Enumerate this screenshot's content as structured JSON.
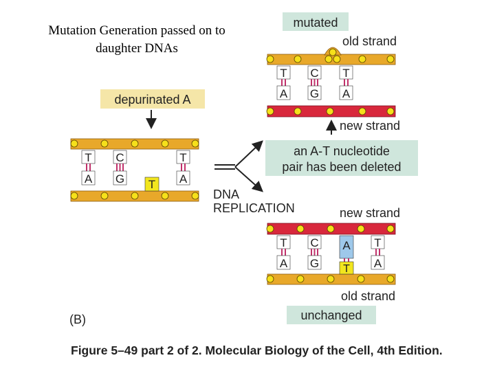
{
  "slide_title": {
    "line1": "Mutation Generation passed on to",
    "line2": "daughter DNAs"
  },
  "labels": {
    "mutated": "mutated",
    "old_strand_top": "old strand",
    "depurinated": "depurinated A",
    "new_strand_top": "new strand",
    "deletion_line1": "an A-T nucleotide",
    "deletion_line2": "pair has been deleted",
    "replication_line1": "DNA",
    "replication_line2": "REPLICATION",
    "new_strand_bottom": "new strand",
    "old_strand_bottom": "old strand",
    "unchanged": "unchanged",
    "panel": "(B)"
  },
  "bases": {
    "original_top": [
      "T",
      "C",
      "T"
    ],
    "original_bottom": [
      "A",
      "G",
      "T",
      "A"
    ],
    "mutated_top": [
      "T",
      "C",
      "T"
    ],
    "mutated_bottom": [
      "A",
      "G",
      "A"
    ],
    "unchanged_top": [
      "T",
      "C",
      "A",
      "T"
    ],
    "unchanged_bottom": [
      "A",
      "G",
      "T",
      "A"
    ]
  },
  "caption": "Figure 5–49 part 2 of 2. Molecular Biology of the Cell, 4th Edition.",
  "colors": {
    "backbone_old": "#e8a82a",
    "backbone_new": "#d8283c",
    "phosphate": "#f6e01a",
    "label_box": "#cfe6dc",
    "depurinated_box": "#f5e6a8",
    "inserted_A": "#9ec8ea",
    "inserted_T": "#f2e61e"
  }
}
